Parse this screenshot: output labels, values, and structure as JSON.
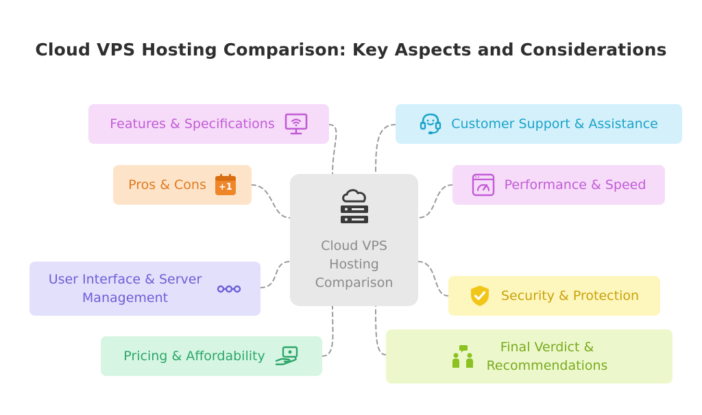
{
  "title": "Cloud VPS Hosting Comparison: Key Aspects and Considerations",
  "center": {
    "lines": [
      "Cloud VPS",
      "Hosting",
      "Comparison"
    ],
    "icon": "cloud-server-icon"
  },
  "branches": {
    "features": {
      "label": "Features & Specifications",
      "icon": "monitor-wifi-icon",
      "color": "#c25bd6",
      "bg": "#f6dcf9"
    },
    "pros_cons": {
      "label": "Pros & Cons",
      "icon": "calendar-plus-one-icon",
      "badge": "+1",
      "color": "#e07a1f",
      "bg": "#fde3c8"
    },
    "ui": {
      "label_lines": [
        "User Interface & Server",
        "Management"
      ],
      "icon": "nodes-icon",
      "color": "#6b5fd6",
      "bg": "#e3e0fb"
    },
    "pricing": {
      "label": "Pricing & Affordability",
      "icon": "hand-money-icon",
      "color": "#2ea66a",
      "bg": "#d6f6e3"
    },
    "support": {
      "label": "Customer Support & Assistance",
      "icon": "headset-icon",
      "color": "#1aa3c9",
      "bg": "#d3f0fb"
    },
    "performance": {
      "label": "Performance & Speed",
      "icon": "speedometer-icon",
      "color": "#c25bd6",
      "bg": "#f6dcf9"
    },
    "security": {
      "label": "Security & Protection",
      "icon": "shield-check-icon",
      "color": "#c9a20a",
      "bg": "#fdf6bd"
    },
    "verdict": {
      "label_lines": [
        "Final Verdict &",
        "Recommendations"
      ],
      "icon": "people-discussion-icon",
      "color": "#7aaa1e",
      "bg": "#ecf8cc"
    }
  }
}
